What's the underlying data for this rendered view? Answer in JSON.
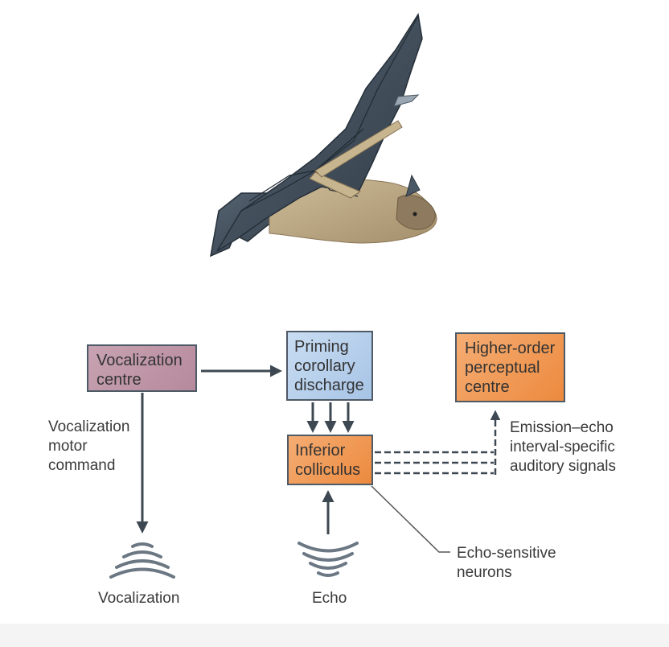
{
  "boxes": {
    "vocalization_centre": [
      "Vocalization",
      "centre"
    ],
    "priming": [
      "Priming",
      "corollary",
      "discharge"
    ],
    "higher_order": [
      "Higher-order",
      "perceptual",
      "centre"
    ],
    "inferior_colliculus": [
      "Inferior",
      "colliculus"
    ]
  },
  "labels": {
    "motor_command": [
      "Vocalization",
      "motor",
      "command"
    ],
    "emission_echo": [
      "Emission–echo",
      "interval-specific",
      "auditory signals"
    ],
    "echo_sensitive": [
      "Echo-sensitive",
      "neurons"
    ],
    "vocalization": "Vocalization",
    "echo": "Echo"
  },
  "colors": {
    "vocalization_box": "#b68a9c",
    "priming_box": "#a7c4e6",
    "orange_box": "#ec8a3e",
    "arrow": "#3e4852",
    "bat_wing": "#3f4c58",
    "bat_body": "#b9a583"
  },
  "icons": [
    "bat-illustration",
    "sound-wave-icon",
    "arrow-icon",
    "dashed-arrow-icon"
  ]
}
